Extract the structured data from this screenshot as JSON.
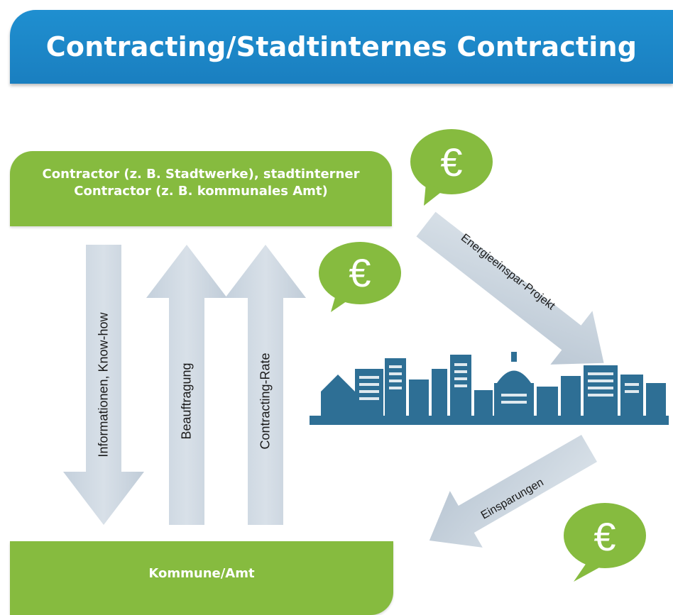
{
  "header": {
    "title": "Contracting/Stadtinternes Contracting"
  },
  "colors": {
    "header_blue": "#1a86c8",
    "green": "#86bb3f",
    "arrow_gray": "#c9d4de",
    "city_blue": "#2e6f95"
  },
  "contractor": {
    "label_line1": "Contractor (z. B. Stadtwerke), stadtinterner",
    "label_line2": "Contractor (z. B. kommunales Amt)"
  },
  "kommune": {
    "label": "Kommune/Amt"
  },
  "arrows": {
    "info": "Informationen, Know-how",
    "beauftragung": "Beauftragung",
    "rate": "Contracting-Rate",
    "projekt": "Energieeinspar-Projekt",
    "einsparungen": "Einsparungen"
  },
  "bubbles": {
    "symbol": "€"
  },
  "icons": {
    "city": "city-skyline-icon",
    "euro": "euro-speech-bubble-icon"
  }
}
